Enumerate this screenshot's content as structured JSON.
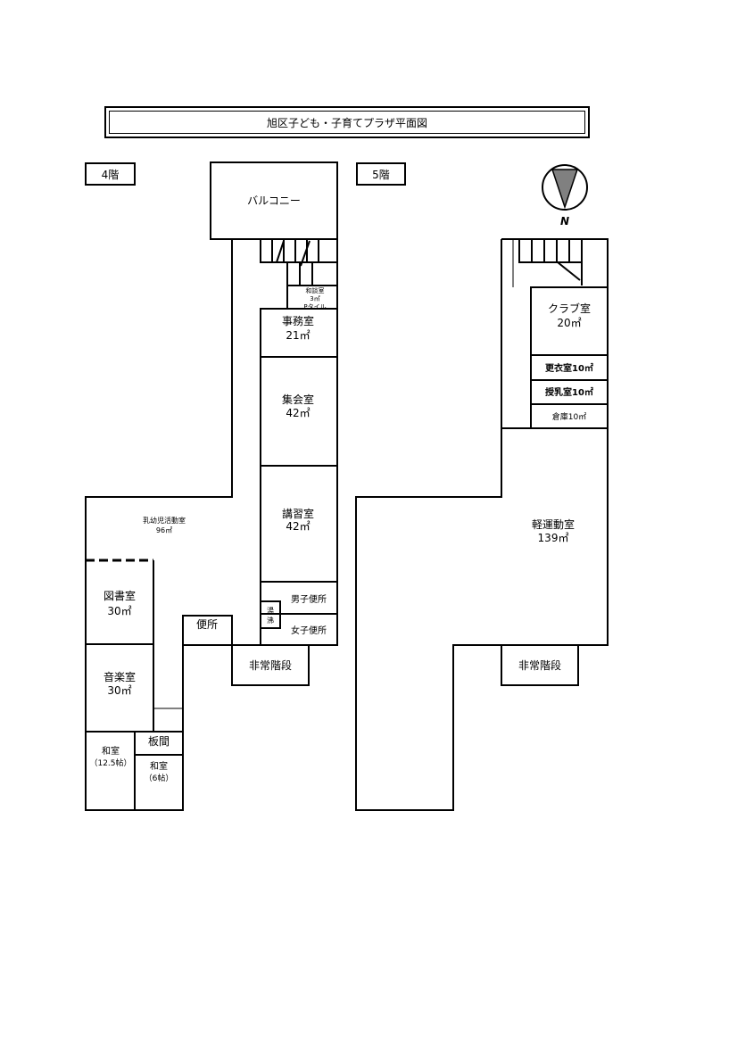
{
  "title": "旭区子ども・子育てプラザ平面図",
  "floors": {
    "f4": "4階",
    "f5": "5階"
  },
  "compass": "N",
  "rooms4": {
    "balcony": "バルコニー",
    "small": [
      "和談室",
      "3㎡",
      "Pタイル"
    ],
    "office": [
      "事務室",
      "21㎡"
    ],
    "meeting": [
      "集会室",
      "42㎡"
    ],
    "lecture": [
      "講習室",
      "42㎡"
    ],
    "mens": "男子便所",
    "womens": "女子便所",
    "cleaning": [
      "湯",
      "沸"
    ],
    "toilet": "便所",
    "emergency": "非常階段",
    "hall": [
      "乳幼児活動室",
      "96㎡"
    ],
    "library": [
      "図書室",
      "30㎡"
    ],
    "music": [
      "音楽室",
      "30㎡"
    ],
    "wooden": "板間",
    "jp1": [
      "和室",
      "（12.5帖）"
    ],
    "jp2": [
      "和室",
      "（6帖）"
    ]
  },
  "rooms5": {
    "club": [
      "クラブ室",
      "20㎡"
    ],
    "changing": "更衣室10㎡",
    "nursing": "授乳室10㎡",
    "storage": "倉庫10㎡",
    "gym": [
      "軽運動室",
      "139㎡"
    ],
    "emergency": "非常階段"
  }
}
